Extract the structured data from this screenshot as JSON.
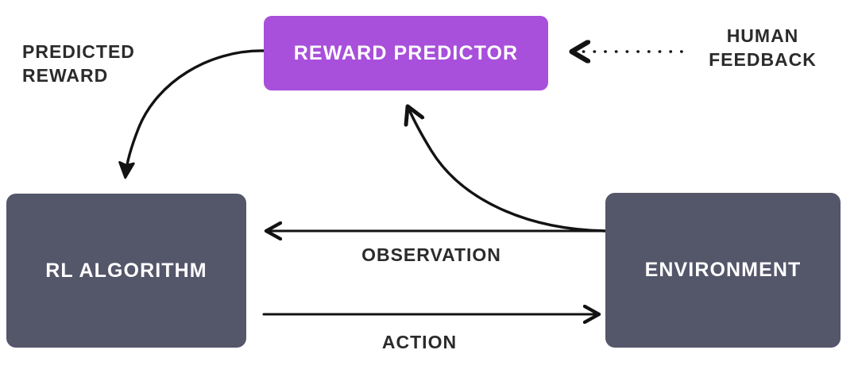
{
  "diagram": {
    "title": "RLHF reward predictor loop",
    "background": "#ffffff",
    "colors": {
      "reward_predictor_fill": "#a84fdb",
      "node_fill": "#54566a",
      "node_text": "#ffffff",
      "label_text": "#2b2b2b",
      "edge_stroke": "#131313"
    },
    "nodes": {
      "reward_predictor": {
        "label": "REWARD PREDICTOR"
      },
      "rl_algorithm": {
        "label": "RL ALGORITHM"
      },
      "environment": {
        "label": "ENVIRONMENT"
      }
    },
    "edges": {
      "predicted_reward": {
        "label": "PREDICTED\nREWARD",
        "style": "solid-curved",
        "from": "reward_predictor",
        "to": "rl_algorithm"
      },
      "human_feedback": {
        "label": "HUMAN\nFEEDBACK",
        "style": "dotted",
        "from": "human",
        "to": "reward_predictor"
      },
      "observation": {
        "label": "OBSERVATION",
        "style": "solid-straight",
        "from": "environment",
        "to": "rl_algorithm"
      },
      "observation_to_predictor": {
        "label": "",
        "style": "solid-curved",
        "from": "environment",
        "to": "reward_predictor"
      },
      "action": {
        "label": "ACTION",
        "style": "solid-straight",
        "from": "rl_algorithm",
        "to": "environment"
      }
    }
  }
}
